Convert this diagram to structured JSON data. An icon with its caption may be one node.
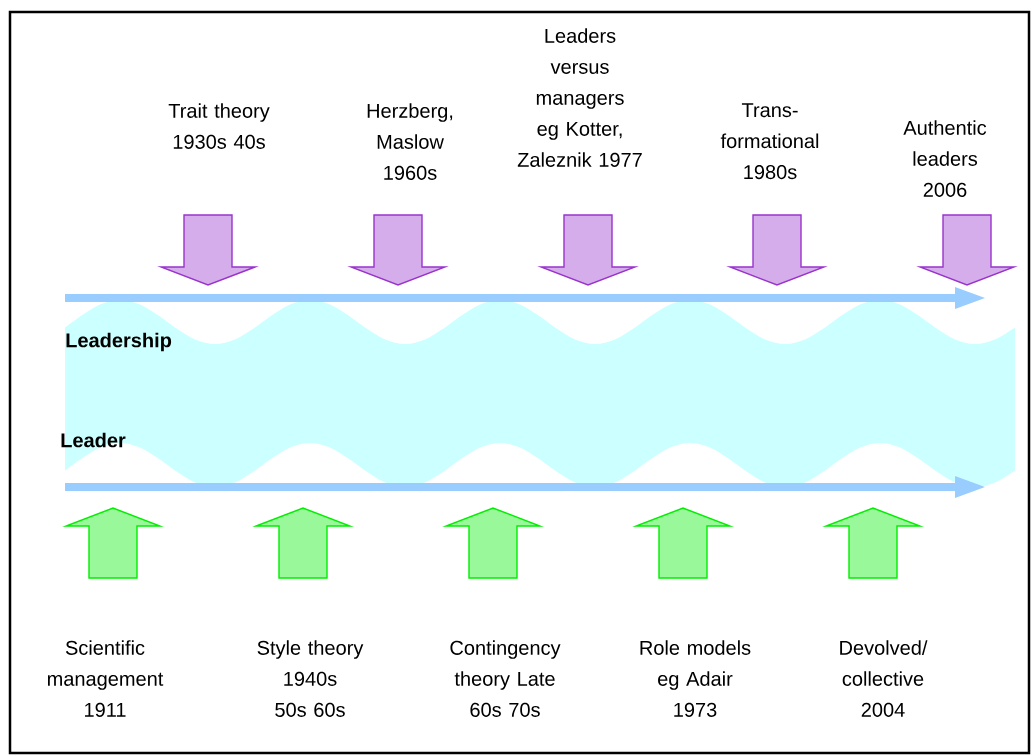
{
  "diagram": {
    "nodes": [
      {
        "text": [
          "Trait theory 1930s 40s"
        ]
      },
      {
        "text": [
          "Herzberg, Maslow 1960s"
        ]
      },
      {
        "text": [
          "Leaders versus managers eg Kotter, Zaleznik 1977"
        ]
      },
      {
        "text": [
          "Trans- formational 1980s"
        ]
      },
      {
        "text": [
          "Authentic leaders 2006"
        ]
      },
      {
        "text": [],
        "shape": "bar"
      },
      {
        "text": [],
        "shape": "bar"
      },
      {
        "text": [
          "Scientific management 1911"
        ]
      },
      {
        "text": [
          "Style theory 1940s 50s 60s"
        ]
      },
      {
        "text": [
          "Contingency theory Late 60s 70s"
        ]
      },
      {
        "text": [
          "Role models eg Adair 1973"
        ]
      },
      {
        "text": [
          "Devolved/ collective 2004"
        ]
      }
    ],
    "edges": [
      {
        "from": 0,
        "to": 5,
        "arrow": "to",
        "style": "thick",
        "color": "#9933cc"
      },
      {
        "from": 1,
        "to": 5,
        "arrow": "to",
        "style": "thick",
        "color": "#9933cc"
      },
      {
        "from": 2,
        "to": 5,
        "arrow": "to",
        "style": "thick",
        "color": "#9933cc"
      },
      {
        "from": 3,
        "to": 5,
        "arrow": "to",
        "style": "thick",
        "color": "#9933cc"
      },
      {
        "from": 4,
        "to": 5,
        "arrow": "to",
        "style": "thick",
        "color": "#9933cc"
      },
      {
        "from": 7,
        "to": 6,
        "arrow": "to",
        "style": "thick",
        "color": "#00ee00"
      },
      {
        "from": 8,
        "to": 6,
        "arrow": "to",
        "style": "thick",
        "color": "#00ee00"
      },
      {
        "from": 9,
        "to": 6,
        "arrow": "to",
        "style": "thick",
        "color": "#00ee00"
      },
      {
        "from": 10,
        "to": 6,
        "arrow": "to",
        "style": "thick",
        "color": "#00ee00"
      },
      {
        "from": 11,
        "to": 6,
        "arrow": "to",
        "style": "thick",
        "color": "#00ee00"
      }
    ],
    "labels": [
      "Leadership",
      "Leader"
    ]
  }
}
